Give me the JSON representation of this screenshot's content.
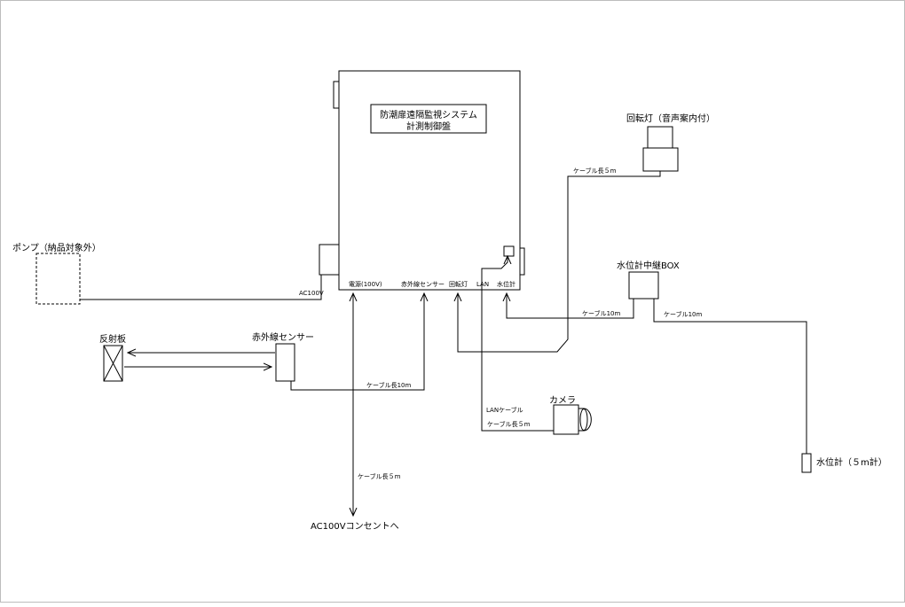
{
  "panel": {
    "title_line1": "防潮扉遠隔監視システム",
    "title_line2": "計測制御盤",
    "port_power": "電源(100V)",
    "port_ir": "赤外線センサー",
    "port_lamp": "回転灯",
    "port_lan": "LAN",
    "port_level": "水位計"
  },
  "devices": {
    "pump": "ポンプ（納品対象外）",
    "reflector": "反射板",
    "ir_sensor": "赤外線センサー",
    "rotating_lamp": "回転灯（音声案内付）",
    "relay_box": "水位計中継BOX",
    "camera": "カメラ",
    "water_gauge": "水位計（５m計）",
    "outlet": "AC100Vコンセントへ"
  },
  "cables": {
    "ac100v": "AC100V",
    "lamp_cable": "ケーブル長５m",
    "relay_to_panel": "ケーブル10m",
    "relay_to_gauge": "ケーブル10m",
    "ir_cable": "ケーブル長10m",
    "lan_cable": "LANケーブル",
    "camera_cable": "ケーブル長５m",
    "power_cable": "ケーブル長５m"
  }
}
